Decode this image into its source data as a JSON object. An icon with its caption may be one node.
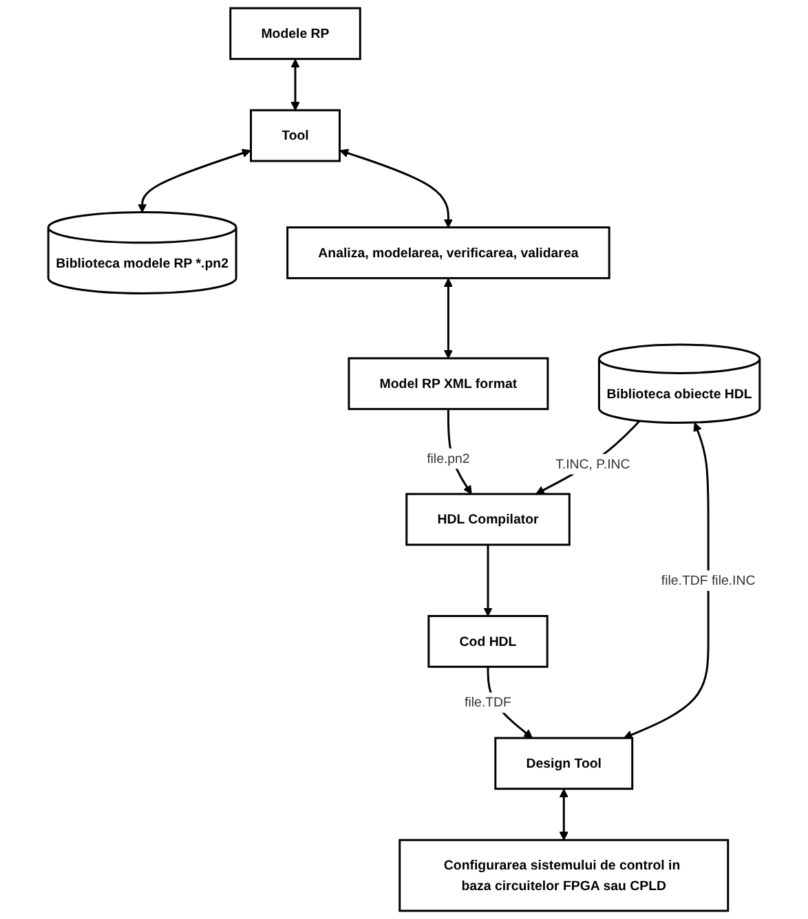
{
  "diagram": {
    "nodes": [
      {
        "text": [
          "Modele RP"
        ]
      },
      {
        "text": [
          "Tool"
        ]
      },
      {
        "text": [
          "Biblioteca modele RP *.pn2"
        ]
      },
      {
        "text": [
          "Analiza, modelarea, verificarea, validarea"
        ]
      },
      {
        "text": [
          "Model RP XML format"
        ]
      },
      {
        "text": [
          "HDL Compilator"
        ]
      },
      {
        "text": [
          "Biblioteca obiecte HDL"
        ]
      },
      {
        "text": [
          "Cod HDL"
        ]
      },
      {
        "text": [
          "Design Tool"
        ]
      },
      {
        "text": [
          "Configurarea sistemului de control in baza circuitelor FPGA sau CPLD"
        ]
      }
    ],
    "edges": [
      {
        "from": 0,
        "to": 1,
        "arrow": "both"
      },
      {
        "from": 1,
        "to": 2,
        "arrow": "both"
      },
      {
        "from": 1,
        "to": 3,
        "arrow": "both"
      },
      {
        "from": 3,
        "to": 4,
        "arrow": "both"
      },
      {
        "from": 4,
        "to": 5,
        "arrow": "to",
        "label": "file.pn2"
      },
      {
        "from": 6,
        "to": 5,
        "arrow": "to",
        "label": "T.INC, P.INC"
      },
      {
        "from": 5,
        "to": 7,
        "arrow": "to"
      },
      {
        "from": 7,
        "to": 8,
        "arrow": "to",
        "label": "file.TDF"
      },
      {
        "from": 6,
        "to": 8,
        "arrow": "both",
        "label": "file.TDF file.INC"
      },
      {
        "from": 8,
        "to": 9,
        "arrow": "both"
      }
    ]
  }
}
